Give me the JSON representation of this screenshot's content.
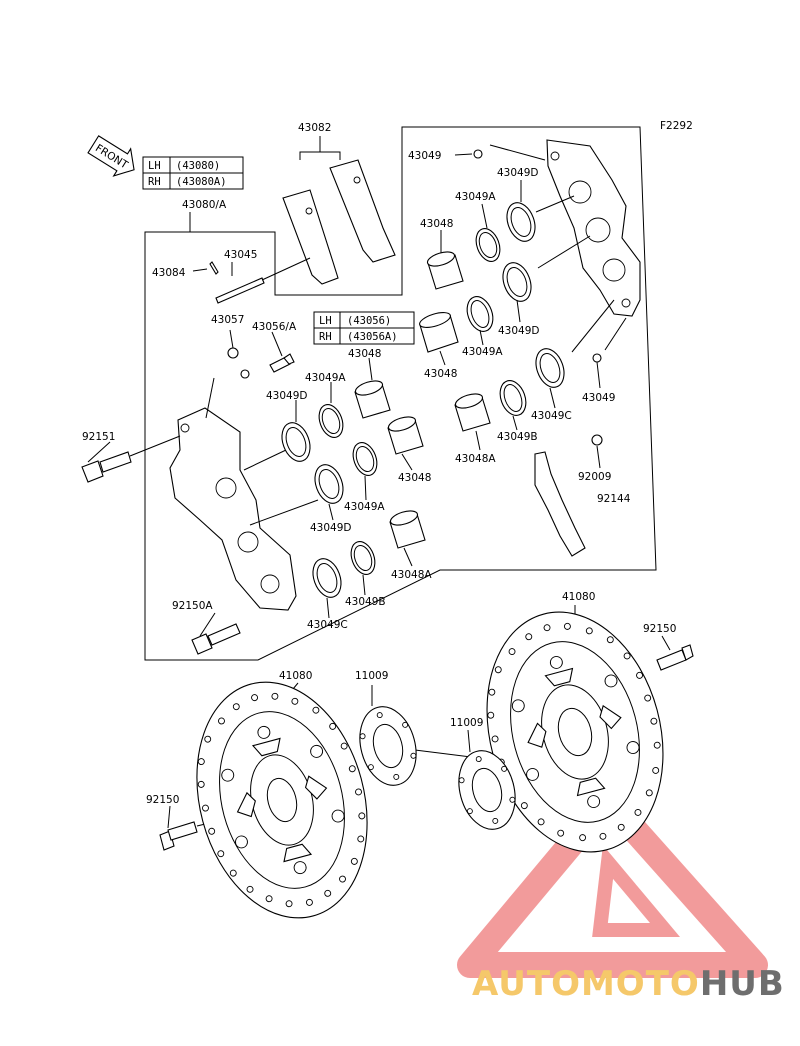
{
  "diagram": {
    "code": "F2292",
    "front_label": "FRONT",
    "parts": {
      "p43082": "43082",
      "p43049_top": "43049",
      "p43049D_1": "43049D",
      "p43049A_1": "43049A",
      "p43048_1": "43048",
      "p43080": "43080/A",
      "p43045": "43045",
      "p43084": "43084",
      "p43057": "43057",
      "p43056A": "43056/A",
      "p43049D_2": "43049D",
      "p43049A_2": "43049A",
      "p43048_2": "43048",
      "p43049_right": "43049",
      "p43049C_1": "43049C",
      "p43049B_1": "43049B",
      "p43048A_1": "43048A",
      "p92009": "92009",
      "p92144": "92144",
      "p43048_3": "43048",
      "p43049A_3": "43049A",
      "p43049D_3": "43049D",
      "p92151": "92151",
      "p43048_4": "43048",
      "p43049A_4": "43049A",
      "p43049D_4": "43049D",
      "p43048A_2": "43048A",
      "p43049B_2": "43049B",
      "p43049C_2": "43049C",
      "p92150A": "92150A",
      "p41080_right": "41080",
      "p92150_right": "92150",
      "p41080_left": "41080",
      "p11009_left": "11009",
      "p11009_right": "11009",
      "p92150_left": "92150"
    },
    "tables": {
      "caliper": {
        "rows": [
          {
            "side": "LH",
            "part": "(43080)"
          },
          {
            "side": "RH",
            "part": "(43080A)"
          }
        ]
      },
      "bleeder": {
        "rows": [
          {
            "side": "LH",
            "part": "(43056)"
          },
          {
            "side": "RH",
            "part": "(43056A)"
          }
        ]
      }
    }
  },
  "watermark": {
    "part1": "AUTOMOTO",
    "part2": "HUB",
    "color_primary": "#f08a8a",
    "color_secondary": "#f5c86a",
    "color_dark": "#6e6e6e"
  }
}
